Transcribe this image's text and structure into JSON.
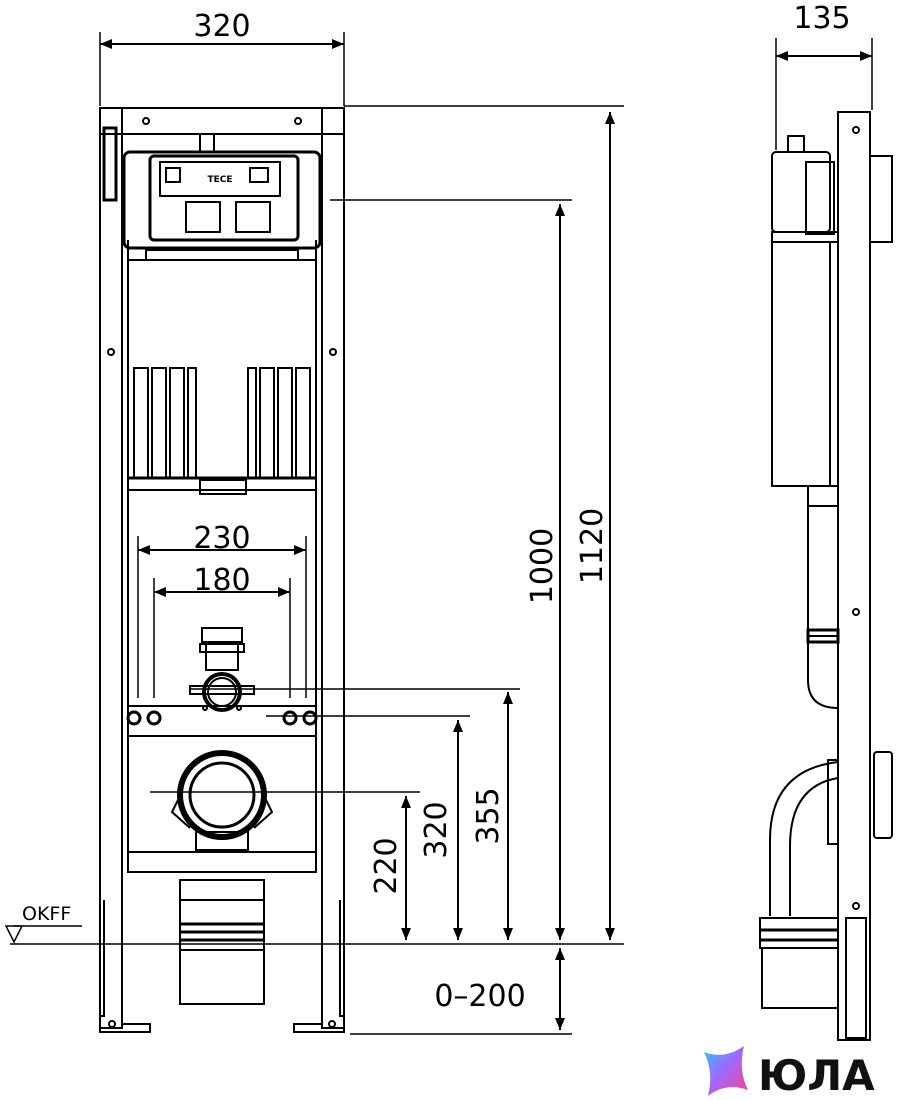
{
  "dimensions": {
    "frame_width": "320",
    "frame_depth": "135",
    "pipe_spacing_outer": "230",
    "pipe_spacing_inner": "180",
    "total_height": "1120",
    "height_1000": "1000",
    "height_355": "355",
    "height_320": "320",
    "height_220": "220",
    "leg_adjust": "0–200"
  },
  "floor_label": "OKFF",
  "brand_plate": "TECE",
  "watermark": {
    "text": "ЮЛА",
    "colors": [
      "#7b3fe4",
      "#ff3d8b",
      "#2ec5ff",
      "#9b6bff"
    ]
  }
}
